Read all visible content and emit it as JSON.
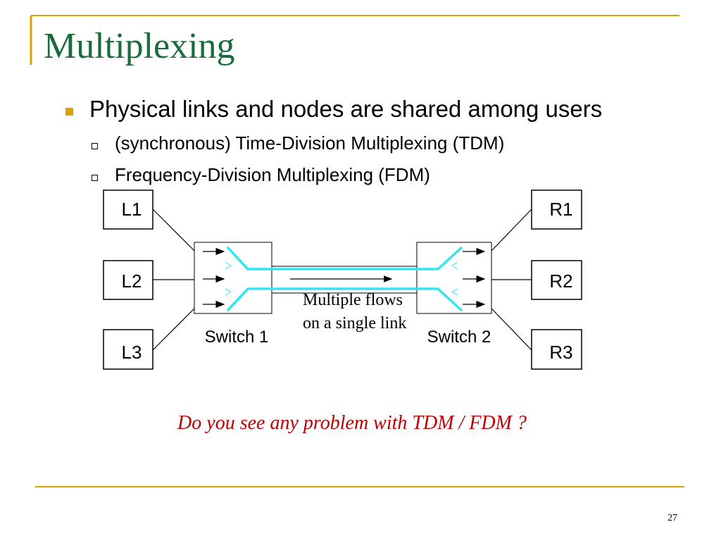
{
  "slide": {
    "title": "Multiplexing",
    "bullets": [
      {
        "level": 1,
        "text": "Physical links and nodes are shared among users"
      },
      {
        "level": 2,
        "text": "(synchronous) Time-Division Multiplexing (TDM)"
      },
      {
        "level": 2,
        "text": "Frequency-Division Multiplexing (FDM)"
      }
    ],
    "question": "Do you see any problem with TDM / FDM ?",
    "page_number": "27",
    "colors": {
      "title": "#1c6b3c",
      "accent_rule": "#d9a300",
      "question": "#c00000",
      "flow_lines": "#33e6ee"
    }
  },
  "diagram": {
    "left_nodes": [
      "L1",
      "L2",
      "L3"
    ],
    "right_nodes": [
      "R1",
      "R2",
      "R3"
    ],
    "switch1_label": "Switch 1",
    "switch2_label": "Switch 2",
    "flow_label_line1": "Multiple flows",
    "flow_label_line2": "on a single link"
  }
}
